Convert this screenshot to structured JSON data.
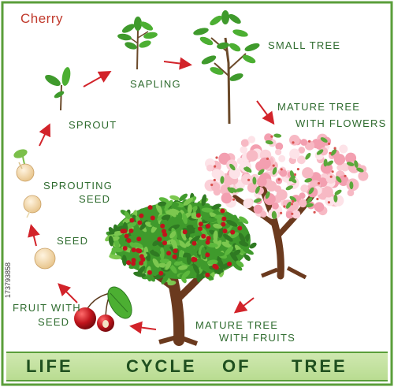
{
  "species": "Cherry",
  "watermark": "173793858",
  "stages": {
    "small_tree": "SMALL TREE",
    "sapling": "SAPLING",
    "mature_flowers_line1": "MATURE TREE",
    "mature_flowers_line2": "WITH FLOWERS",
    "sprout": "SPROUT",
    "sprouting_seed_line1": "SPROUTING",
    "sprouting_seed_line2": "SEED",
    "seed": "SEED",
    "fruit_line1": "FRUIT WITH",
    "fruit_line2": "SEED",
    "mature_fruits_line1": "MATURE TREE",
    "mature_fruits_line2": "WITH FRUITS"
  },
  "banner": {
    "word1": "LIFE",
    "word2": "CYCLE",
    "word3": "OF",
    "word4": "TREE"
  },
  "colors": {
    "frame": "#5a9e3a",
    "arrow": "#d2232a",
    "label": "#2e6b2e",
    "leaf": "#3f9a2c",
    "trunk": "#6b3a1e",
    "blossom": "#f7b9c4",
    "cherry": "#c0141c"
  }
}
